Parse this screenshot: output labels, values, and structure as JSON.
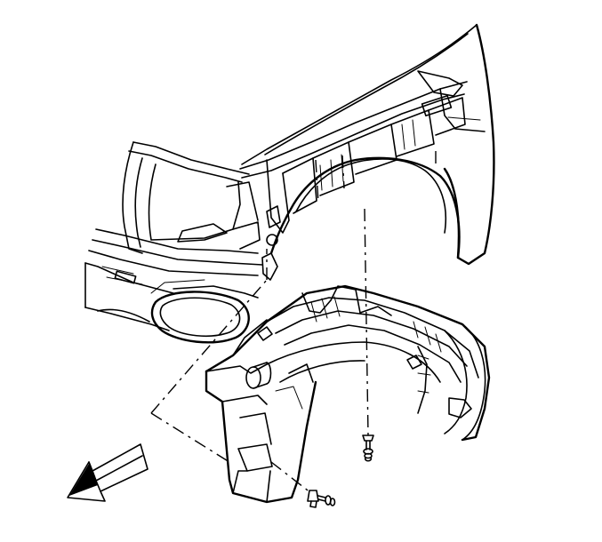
{
  "diagram": {
    "parts": [
      {
        "id": "fender",
        "name": "fender-panel"
      },
      {
        "id": "radiator_support",
        "name": "radiator-support-frame"
      },
      {
        "id": "wheelhouse_liner",
        "name": "wheelhouse-liner"
      },
      {
        "id": "push_pin_upper",
        "name": "push-pin-fastener"
      },
      {
        "id": "push_pin_lower",
        "name": "push-pin-fastener"
      }
    ],
    "indicators": [
      {
        "id": "front_arrow",
        "name": "front-direction-arrow"
      }
    ]
  }
}
